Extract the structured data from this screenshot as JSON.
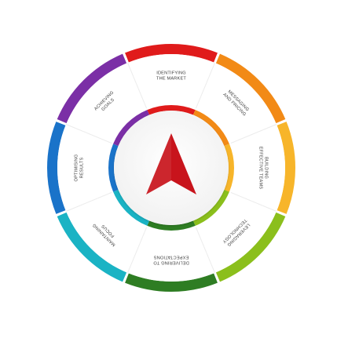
{
  "segments": [
    {
      "label_lines": [
        "IDENTIFYING",
        "THE MARKET"
      ],
      "color": "#e01b1b"
    },
    {
      "label_lines": [
        "MESSAGING",
        "AND PRICING"
      ],
      "color": "#f28a16"
    },
    {
      "label_lines": [
        "BUILDING",
        "EFFECTIVE TEAMS"
      ],
      "color": "#f7b52a"
    },
    {
      "label_lines": [
        "LEVERAGING",
        "TECHNOLOGY"
      ],
      "color": "#8bbf1c"
    },
    {
      "label_lines": [
        "DELIVERING TO",
        "EXPECTATIONS"
      ],
      "color": "#2e7d23"
    },
    {
      "label_lines": [
        "MAINTAINING",
        "FOCUS"
      ],
      "color": "#1ab3c4"
    },
    {
      "label_lines": [
        "OPTIMISING",
        "RESULTS"
      ],
      "color": "#1a73c9"
    },
    {
      "label_lines": [
        "ACHIEVING",
        "GOALS"
      ],
      "color": "#7b2fa6"
    }
  ],
  "center": {
    "arrow_color": "#c8141c",
    "ring_colors": [
      "#e01b1b",
      "#f28a16",
      "#f7b52a",
      "#8bbf1c",
      "#2e7d23",
      "#1ab3c4",
      "#1a73c9",
      "#7b2fa6"
    ]
  }
}
